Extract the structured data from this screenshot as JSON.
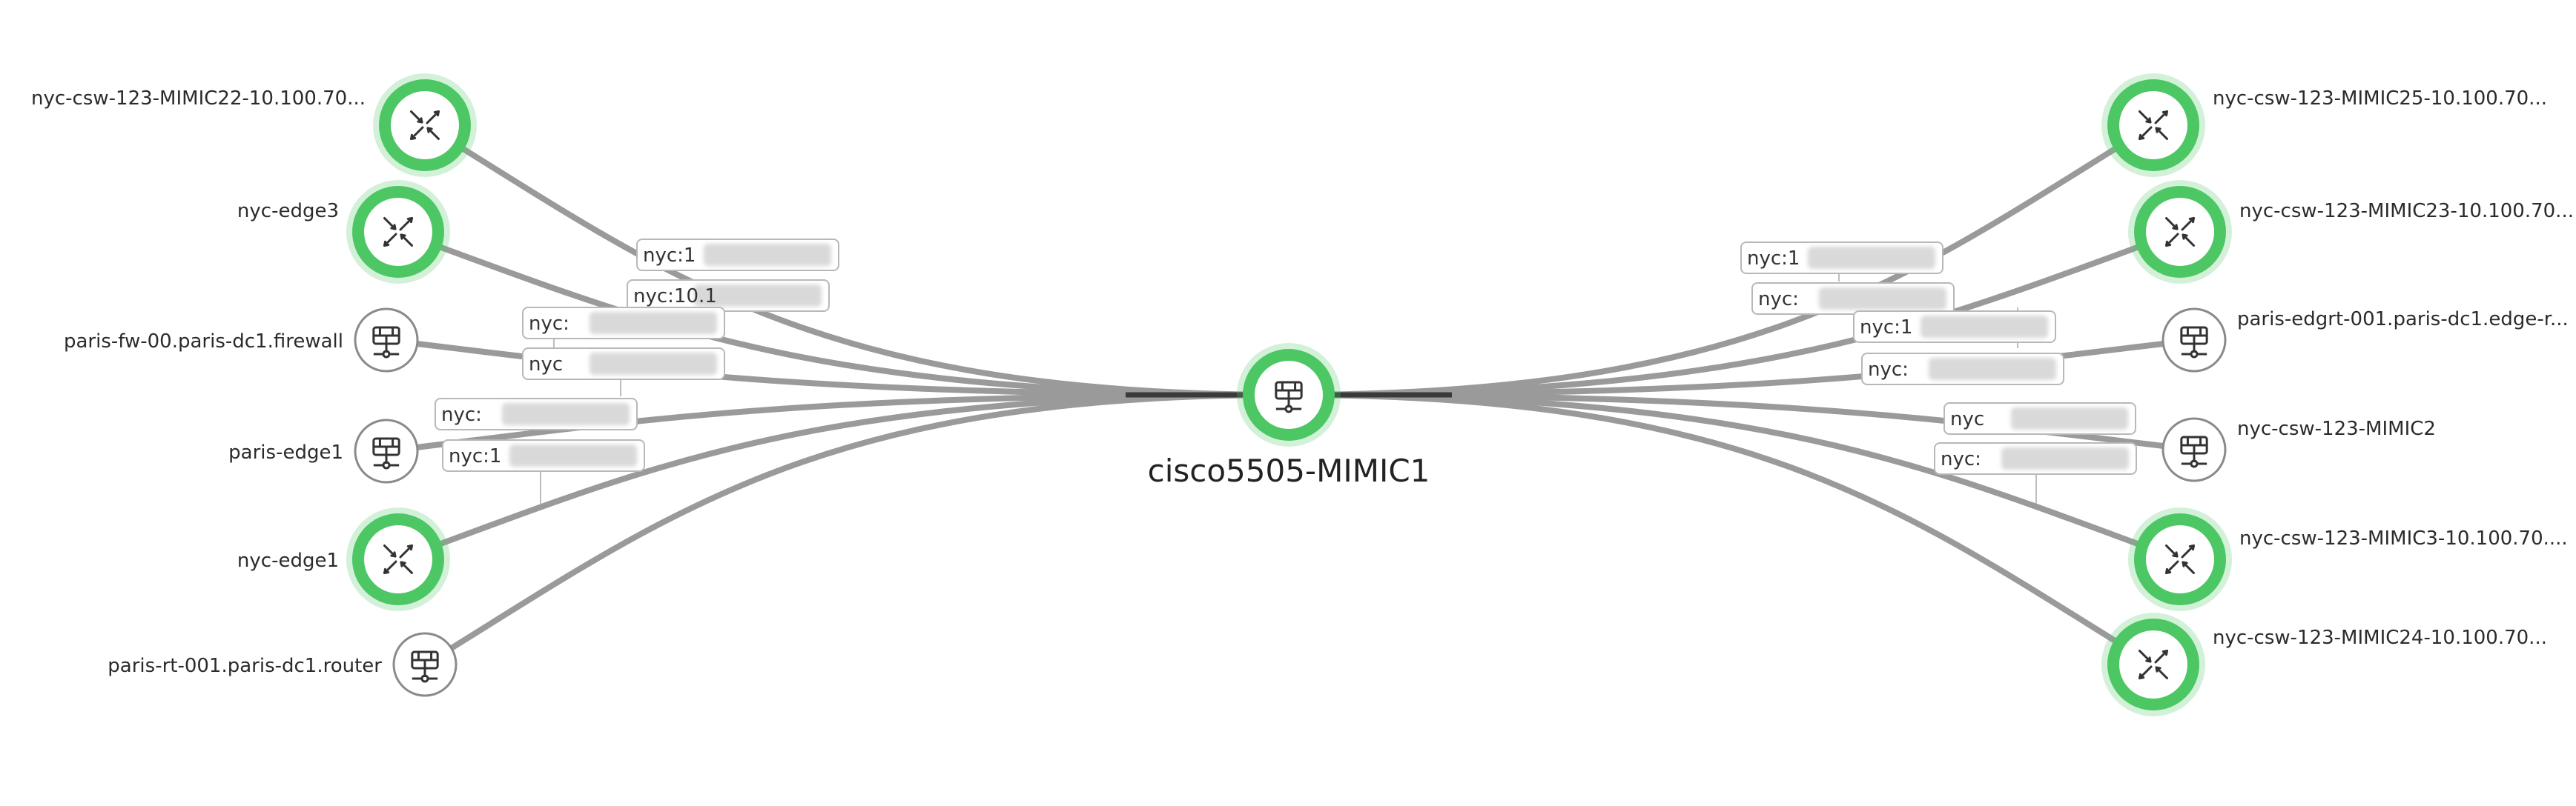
{
  "center_node": {
    "name": "cisco5505-MIMIC1",
    "type": "firewall",
    "status": "up"
  },
  "left_nodes": [
    {
      "name": "nyc-csw-123-MIMIC22-10.100.70...",
      "type": "router",
      "status": "up"
    },
    {
      "name": "nyc-edge3",
      "type": "router",
      "status": "up"
    },
    {
      "name": "paris-fw-00.paris-dc1.firewall",
      "type": "firewall",
      "status": "unknown"
    },
    {
      "name": "paris-edge1",
      "type": "firewall",
      "status": "unknown"
    },
    {
      "name": "nyc-edge1",
      "type": "router",
      "status": "up"
    },
    {
      "name": "paris-rt-001.paris-dc1.router",
      "type": "firewall",
      "status": "unknown"
    }
  ],
  "right_nodes": [
    {
      "name": "nyc-csw-123-MIMIC25-10.100.70...",
      "type": "router",
      "status": "up"
    },
    {
      "name": "nyc-csw-123-MIMIC23-10.100.70...",
      "type": "router",
      "status": "up"
    },
    {
      "name": "paris-edgrt-001.paris-dc1.edge-r...",
      "type": "firewall",
      "status": "unknown"
    },
    {
      "name": "nyc-csw-123-MIMIC2",
      "type": "firewall",
      "status": "unknown"
    },
    {
      "name": "nyc-csw-123-MIMIC3-10.100.70....",
      "type": "router",
      "status": "up"
    },
    {
      "name": "nyc-csw-123-MIMIC24-10.100.70...",
      "type": "router",
      "status": "up"
    }
  ],
  "left_link_labels": [
    "nyc:1",
    "nyc:10.1",
    "nyc:",
    "nyc",
    "nyc:",
    "nyc:1"
  ],
  "right_link_labels": [
    "nyc:1",
    "nyc:",
    "nyc:1",
    "nyc:",
    "nyc",
    "nyc:"
  ],
  "colors": {
    "up": "#4cc764",
    "link": "#9a9a9a",
    "node_border": "#8a8a8a",
    "icon": "#333333"
  },
  "icons": {
    "router": "router-icon",
    "firewall": "firewall-icon"
  }
}
